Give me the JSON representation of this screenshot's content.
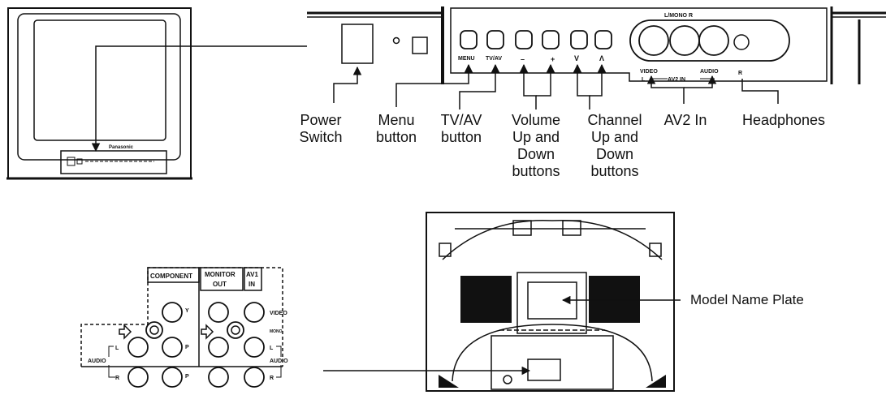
{
  "callouts": {
    "power_switch": "Power\nSwitch",
    "menu_button": "Menu\nbutton",
    "tvav_button": "TV/AV\nbutton",
    "volume": "Volume\nUp and\nDown\nbuttons",
    "channel": "Channel\nUp and\nDown\nbuttons",
    "av2_in": "AV2 In",
    "headphones": "Headphones",
    "model_name_plate": "Model Name Plate"
  },
  "front_panel": {
    "lmono_r": "L/MONO    R",
    "menu": "MENU",
    "tvav": "TV/AV",
    "vol_minus": "–",
    "vol_plus": "+",
    "ch_down": "V",
    "ch_up": "Λ",
    "video_l": "VIDEO",
    "l_mark": "L",
    "av2_in_mark": "AV2   IN",
    "audio": "AUDIO",
    "r_mark": "R"
  },
  "tv_brand": "Panasonic",
  "rear_panel": {
    "component": "COMPONENT",
    "monitor_out_1": "MONITOR",
    "monitor_out_2": "OUT",
    "av1_1": "AV1",
    "av1_2": "IN",
    "video": "VIDEO",
    "mono": "MONO",
    "y": "Y",
    "pb": "P",
    "pr": "P",
    "audio_left": "AUDIO",
    "audio_right": "AUDIO",
    "l_left": "L",
    "r_left": "R",
    "l_right": "L",
    "r_right": "R"
  }
}
